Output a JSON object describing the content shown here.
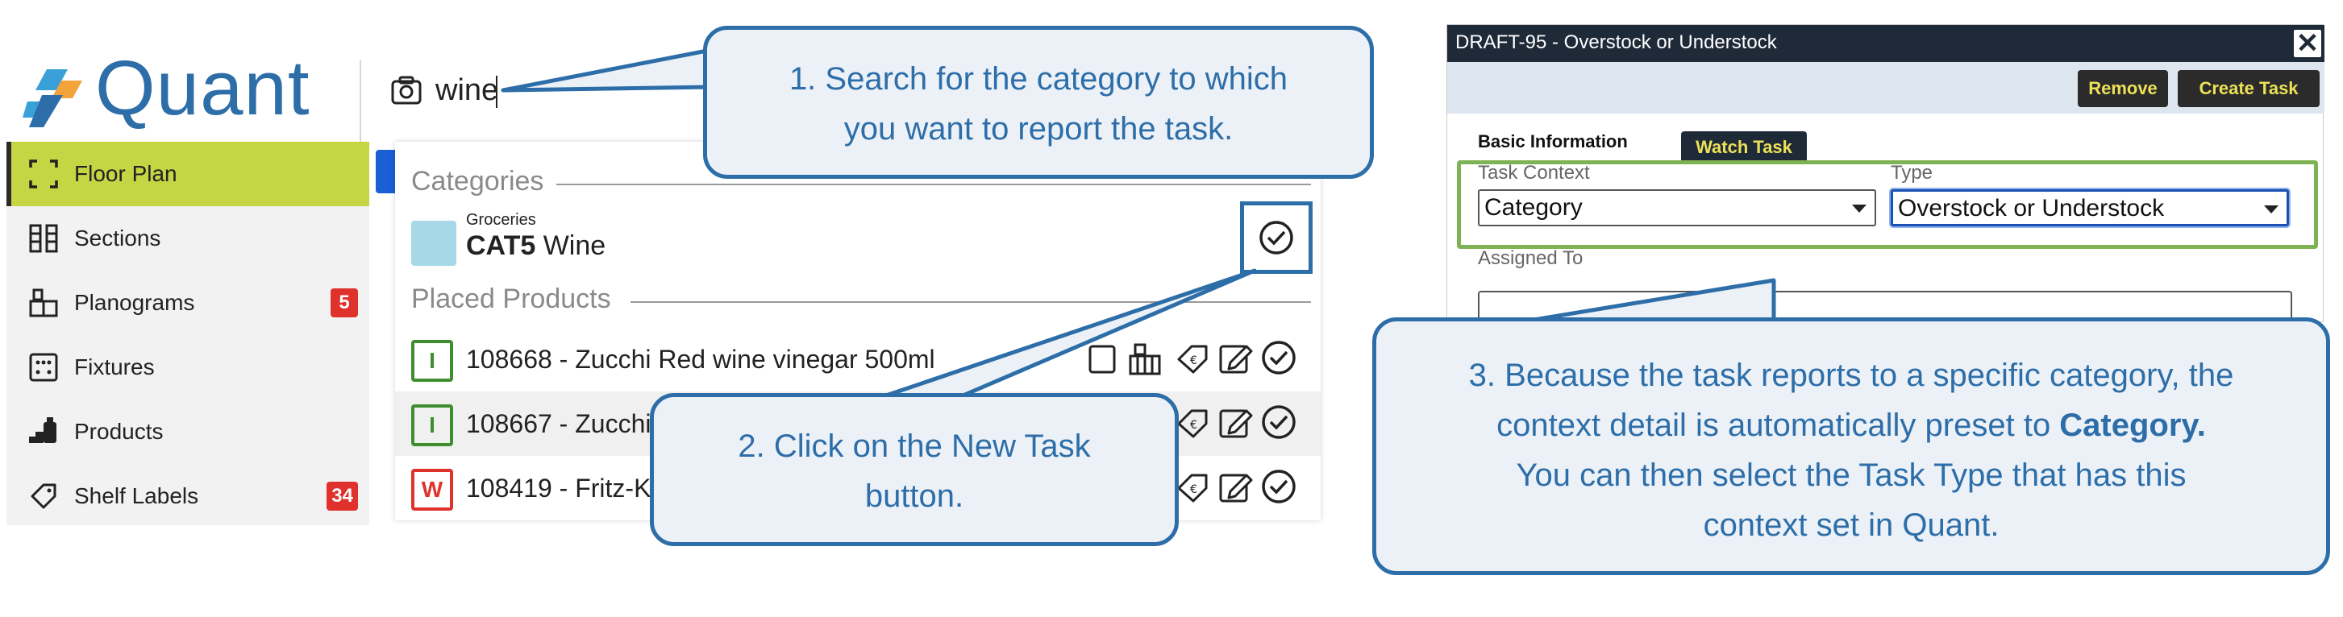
{
  "brand": {
    "name": "Quant"
  },
  "search": {
    "value": "wine"
  },
  "sidebar": {
    "items": [
      {
        "label": "Floor Plan",
        "icon": "floor-plan-icon",
        "active": true
      },
      {
        "label": "Sections",
        "icon": "sections-icon"
      },
      {
        "label": "Planograms",
        "icon": "planograms-icon",
        "badge": "5"
      },
      {
        "label": "Fixtures",
        "icon": "fixtures-icon"
      },
      {
        "label": "Products",
        "icon": "products-icon"
      },
      {
        "label": "Shelf Labels",
        "icon": "shelf-labels-icon",
        "badge": "34"
      }
    ]
  },
  "results": {
    "categories_title": "Categories",
    "category": {
      "parent": "Groceries",
      "code": "CAT5",
      "name": "Wine"
    },
    "products_title": "Placed Products",
    "products": [
      {
        "tag": "I",
        "tag_color": "#3f8e2d",
        "text": "108668 - Zucchi Red wine vinegar 500ml"
      },
      {
        "tag": "I",
        "tag_color": "#3f8e2d",
        "text": "108667 - Zucchi"
      },
      {
        "tag": "W",
        "tag_color": "#e0322c",
        "text": "108419 - Fritz-K"
      }
    ],
    "row_icons": [
      "placement-icon",
      "fixture-icon",
      "label-icon",
      "edit-icon",
      "new-task-icon"
    ]
  },
  "callouts": {
    "one": [
      "1. Search for the category to which",
      "you want to report the task."
    ],
    "two": [
      "2. Click on the New Task",
      "button."
    ],
    "three_lines": [
      "3. Because the task reports to a specific category, the",
      "context detail is automatically preset to ",
      "Category.",
      "You can then select the Task Type that has this",
      "context set in Quant."
    ]
  },
  "dialog": {
    "title": "DRAFT-95 - Overstock or Understock",
    "close": "✕",
    "remove_label": "Remove",
    "create_task_label": "Create Task",
    "section": "Basic Information",
    "watch_task": "Watch Task",
    "task_context_label": "Task Context",
    "task_context_value": "Category",
    "type_label": "Type",
    "type_value": "Overstock or Understock",
    "assigned_to_label": "Assigned To"
  },
  "colors": {
    "brand_blue": "#2d6ea8",
    "active_green": "#c5d543",
    "badge_red": "#e0322c",
    "dialog_dark": "#1f2a39",
    "button_text_yellow": "#ece157",
    "context_border_green": "#7fb254"
  }
}
